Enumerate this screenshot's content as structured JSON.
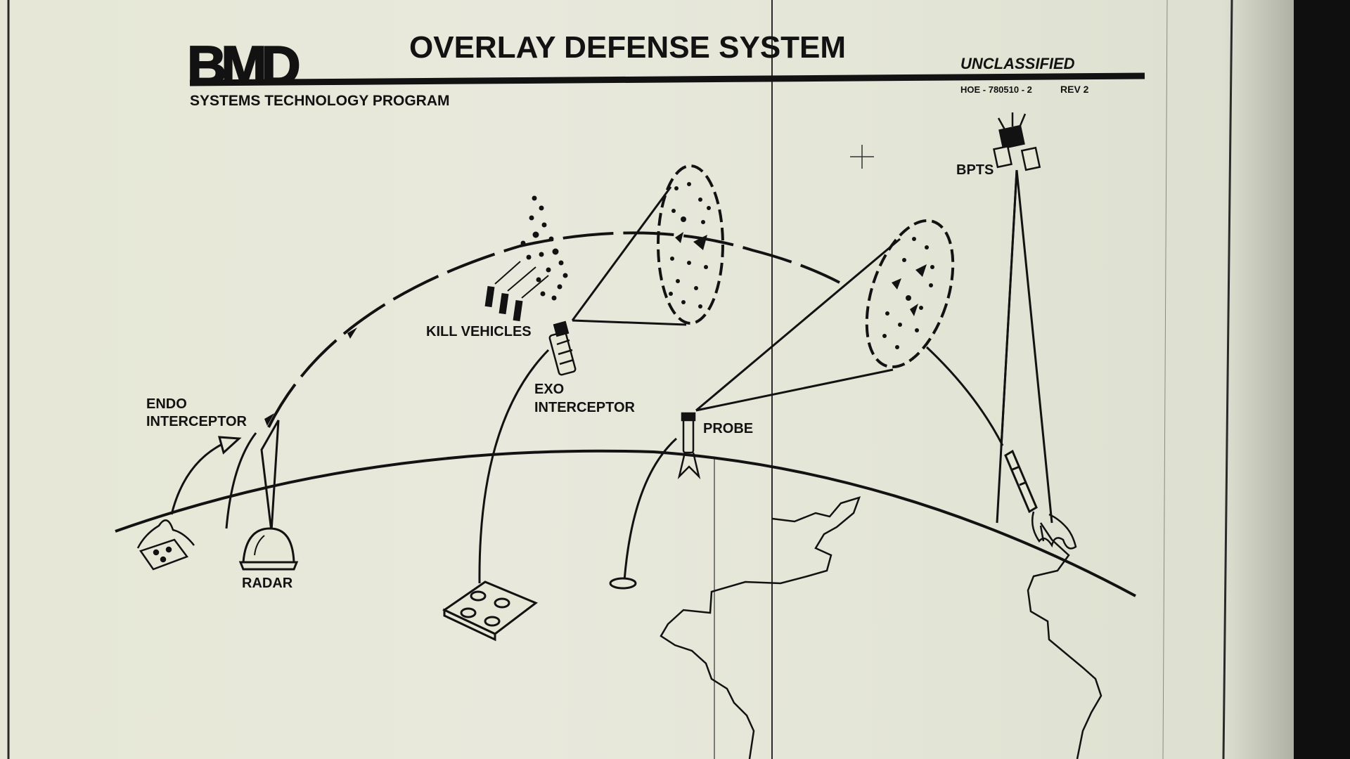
{
  "header": {
    "logo": "BMD",
    "title": "OVERLAY DEFENSE SYSTEM",
    "subtitle": "SYSTEMS TECHNOLOGY PROGRAM",
    "classification": "UNCLASSIFIED",
    "doc_number": "HOE - 780510 - 2",
    "revision": "REV 2"
  },
  "labels": {
    "bpts": "BPTS",
    "kill_vehicles": "KILL VEHICLES",
    "exo_line1": "EXO",
    "exo_line2": "INTERCEPTOR",
    "endo_line1": "ENDO",
    "endo_line2": "INTERCEPTOR",
    "probe": "PROBE",
    "radar": "RADAR"
  },
  "colors": {
    "paper": "#e6e7d6",
    "ink": "#121212",
    "frame": "#0f0f0f"
  }
}
